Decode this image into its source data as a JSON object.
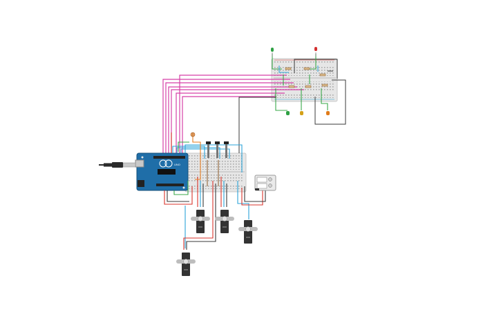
{
  "colors": {
    "background": "#ffffff",
    "arduino_board": "#1f6ea8",
    "breadboard": "#e6e6e6",
    "wire_magenta": "#d63fa6",
    "wire_cyan": "#2aa3d8",
    "wire_red": "#d9332b",
    "wire_dark": "#3a3a3a",
    "wire_green": "#3aa84a",
    "wire_orange": "#e67e22",
    "wire_brown": "#8a5a2b",
    "servo_body": "#333333",
    "servo_horn": "#bdbdbd",
    "led_green": "#2ea043",
    "led_red": "#d32f2f",
    "led_yellow": "#d4a017",
    "led_orange": "#e07b1a"
  },
  "components": {
    "arduino": {
      "icon": "arduino-uno-board",
      "label": "UNO"
    },
    "usb_cable": {
      "icon": "usb-cable-icon"
    },
    "main_breadboard": {
      "icon": "breadboard"
    },
    "leds_breadboard": {
      "icon": "breadboard"
    },
    "power_supply": {
      "icon": "power-supply-module"
    },
    "servos": [
      {
        "icon": "servo-motor-icon"
      },
      {
        "icon": "servo-motor-icon"
      },
      {
        "icon": "servo-motor-icon"
      },
      {
        "icon": "servo-motor-icon"
      }
    ],
    "push_buttons": [
      {
        "icon": "push-button-icon"
      },
      {
        "icon": "push-button-icon"
      },
      {
        "icon": "push-button-icon"
      }
    ],
    "potentiometer": {
      "icon": "potentiometer-icon"
    },
    "leds": [
      {
        "icon": "led-icon",
        "color": "green"
      },
      {
        "icon": "led-icon",
        "color": "red"
      },
      {
        "icon": "led-icon",
        "color": "green"
      },
      {
        "icon": "led-icon",
        "color": "yellow"
      },
      {
        "icon": "led-icon",
        "color": "orange"
      }
    ]
  }
}
